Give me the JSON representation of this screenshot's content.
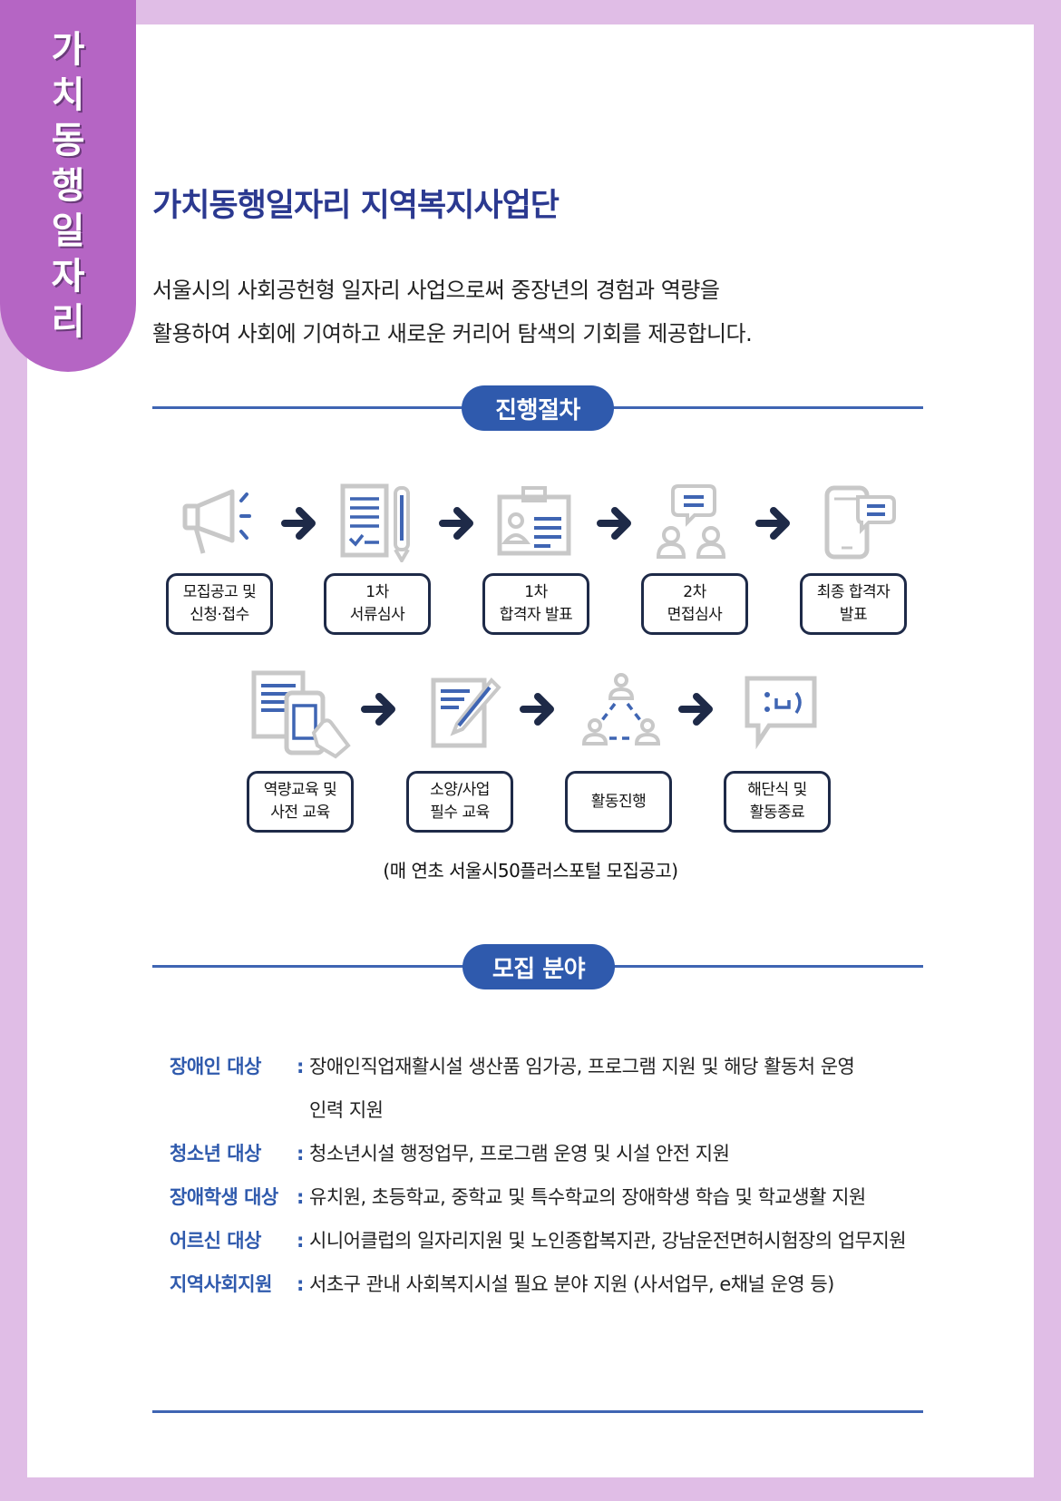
{
  "side_tab": {
    "chars": [
      "가",
      "치",
      "동",
      "행",
      "일",
      "자",
      "리"
    ]
  },
  "header": {
    "title": "가치동행일자리 지역복지사업단"
  },
  "intro": {
    "line1": "서울시의 사회공헌형 일자리 사업으로써 중장년의 경험과 역량을",
    "line2": "활용하여 사회에 기여하고 새로운 커리어 탐색의 기회를 제공합니다."
  },
  "process": {
    "heading": "진행절차",
    "row1": [
      {
        "icon": "megaphone-icon",
        "line1": "모집공고 및",
        "line2": "신청·접수"
      },
      {
        "icon": "document-pencil-icon",
        "line1": "1차",
        "line2": "서류심사"
      },
      {
        "icon": "id-card-icon",
        "line1": "1차",
        "line2": "합격자 발표"
      },
      {
        "icon": "interview-icon",
        "line1": "2차",
        "line2": "면접심사"
      },
      {
        "icon": "phone-message-icon",
        "line1": "최종 합격자",
        "line2": "발표"
      }
    ],
    "row2": [
      {
        "icon": "education-tablet-icon",
        "line1": "역량교육 및",
        "line2": "사전 교육"
      },
      {
        "icon": "write-icon",
        "line1": "소양/사업",
        "line2": "필수 교육"
      },
      {
        "icon": "team-network-icon",
        "line1": "활동진행",
        "line2": ""
      },
      {
        "icon": "smile-chat-icon",
        "line1": "해단식 및",
        "line2": "활동종료"
      }
    ],
    "note": "(매 연초 서울시50플러스포털 모집공고)"
  },
  "recruitment": {
    "heading": "모집 분야",
    "fields": [
      {
        "label": "장애인  대상",
        "desc": "장애인직업재활시설 생산품 임가공, 프로그램 지원 및 해당 활동처 운영",
        "desc_cont": "인력 지원"
      },
      {
        "label": "청소년  대상",
        "desc": "청소년시설 행정업무, 프로그램 운영 및 시설 안전 지원"
      },
      {
        "label": "장애학생 대상",
        "desc": "유치원, 초등학교, 중학교 및 특수학교의 장애학생 학습 및 학교생활 지원"
      },
      {
        "label": "어르신  대상",
        "desc": "시니어클럽의 일자리지원 및 노인종합복지관, 강남운전면허시험장의 업무지원"
      },
      {
        "label": "지역사회지원",
        "desc": "서초구 관내 사회복지시설 필요 분야 지원 (사서업무, e채널 운영 등)"
      }
    ],
    "separator": ":"
  },
  "colors": {
    "background": "#e0bde6",
    "tab": "#b565c4",
    "title": "#2b3990",
    "accent": "#2f5aad",
    "box_border": "#1e2a48"
  }
}
